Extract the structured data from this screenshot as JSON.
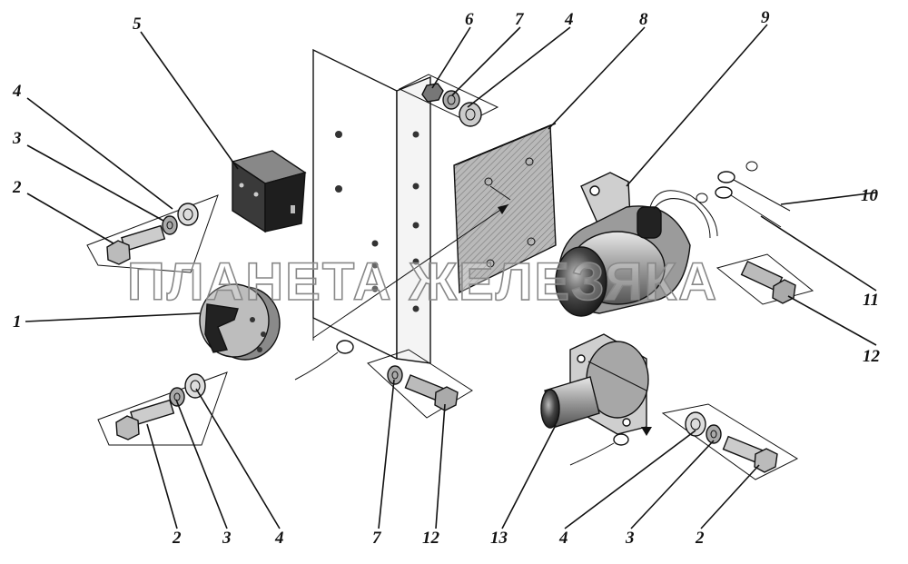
{
  "diagram": {
    "callouts": [
      "1",
      "2",
      "3",
      "4",
      "5",
      "6",
      "7",
      "8",
      "9",
      "10",
      "11",
      "12",
      "13"
    ],
    "watermark": "ПЛАНЕТА ЖЕЛЕЗЯКА"
  }
}
